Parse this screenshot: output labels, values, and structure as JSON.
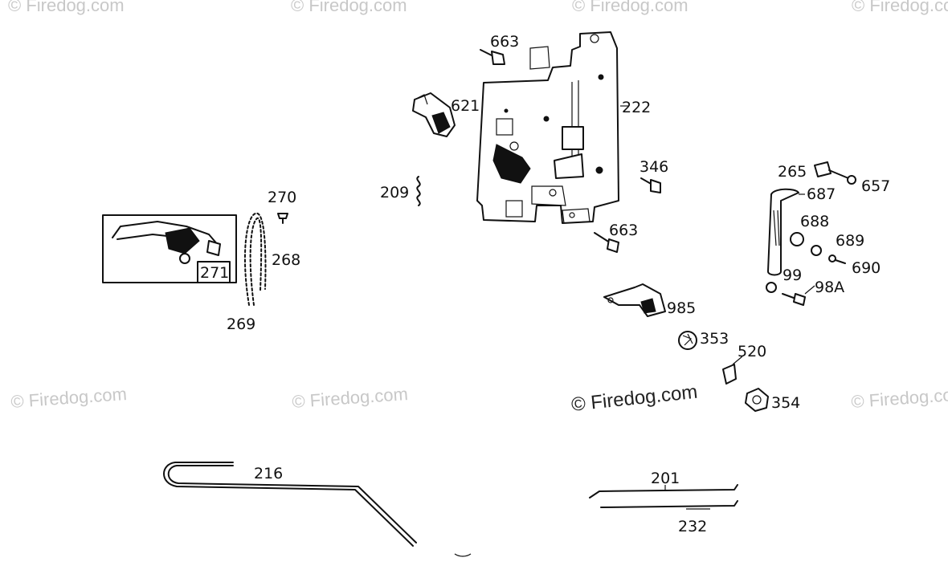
{
  "watermarks": {
    "corner": "© Firedog.com",
    "main": "© Firedog.com"
  },
  "parts": {
    "p663a": "663",
    "p621": "621",
    "p222": "222",
    "p346": "346",
    "p209": "209",
    "p663b": "663",
    "p265": "265",
    "p657": "657",
    "p687": "687",
    "p688": "688",
    "p689": "689",
    "p690": "690",
    "p99": "99",
    "p98a": "98A",
    "p985": "985",
    "p353": "353",
    "p520": "520",
    "p354": "354",
    "p270": "270",
    "p268": "268",
    "p269": "269",
    "p271": "271",
    "p216": "216",
    "p201": "201",
    "p232": "232"
  }
}
